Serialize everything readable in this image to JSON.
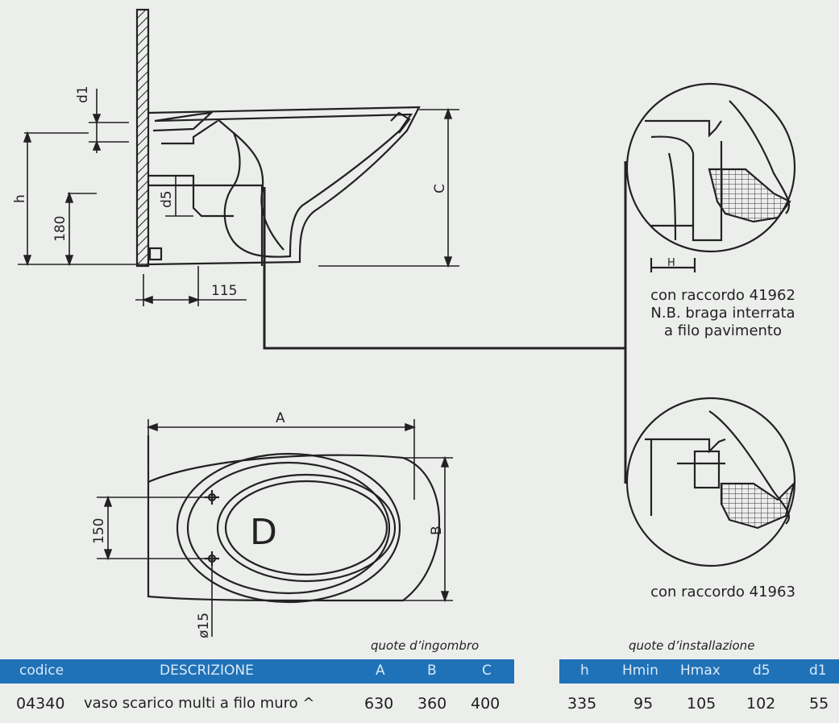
{
  "drawing": {
    "side_view": {
      "labels": {
        "d1": "d1",
        "h": "h",
        "h180": "180",
        "d5": "d5",
        "C": "C",
        "d115": "115"
      }
    },
    "plan_view": {
      "labels": {
        "A": "A",
        "B": "B",
        "d150": "150",
        "phi15": "ø15",
        "D": "D"
      }
    },
    "detail_top": {
      "label_H": "H",
      "caption": [
        "con raccordo 41962",
        "N.B. braga interrata",
        "a filo pavimento"
      ]
    },
    "detail_bottom": {
      "caption": "con raccordo 41963"
    }
  },
  "table": {
    "group_headers": {
      "ingombro": "quote d’ingombro",
      "installazione": "quote d’installazione"
    },
    "header_bar_1": {
      "codice": "codice",
      "descrizione": "DESCRIZIONE",
      "A": "A",
      "B": "B",
      "C": "C"
    },
    "header_bar_2": {
      "h": "h",
      "hmin": "Hmin",
      "hmax": "Hmax",
      "d5": "d5",
      "d1": "d1"
    },
    "row": {
      "codice": "04340",
      "descrizione": "vaso scarico multi a filo muro ^",
      "A": "630",
      "B": "360",
      "C": "400",
      "h": "335",
      "hmin": "95",
      "hmax": "105",
      "d5": "102",
      "d1": "55"
    }
  },
  "colors": {
    "header_bar": "#1f72b8",
    "ink": "#222222",
    "paper": "#eceeec"
  }
}
